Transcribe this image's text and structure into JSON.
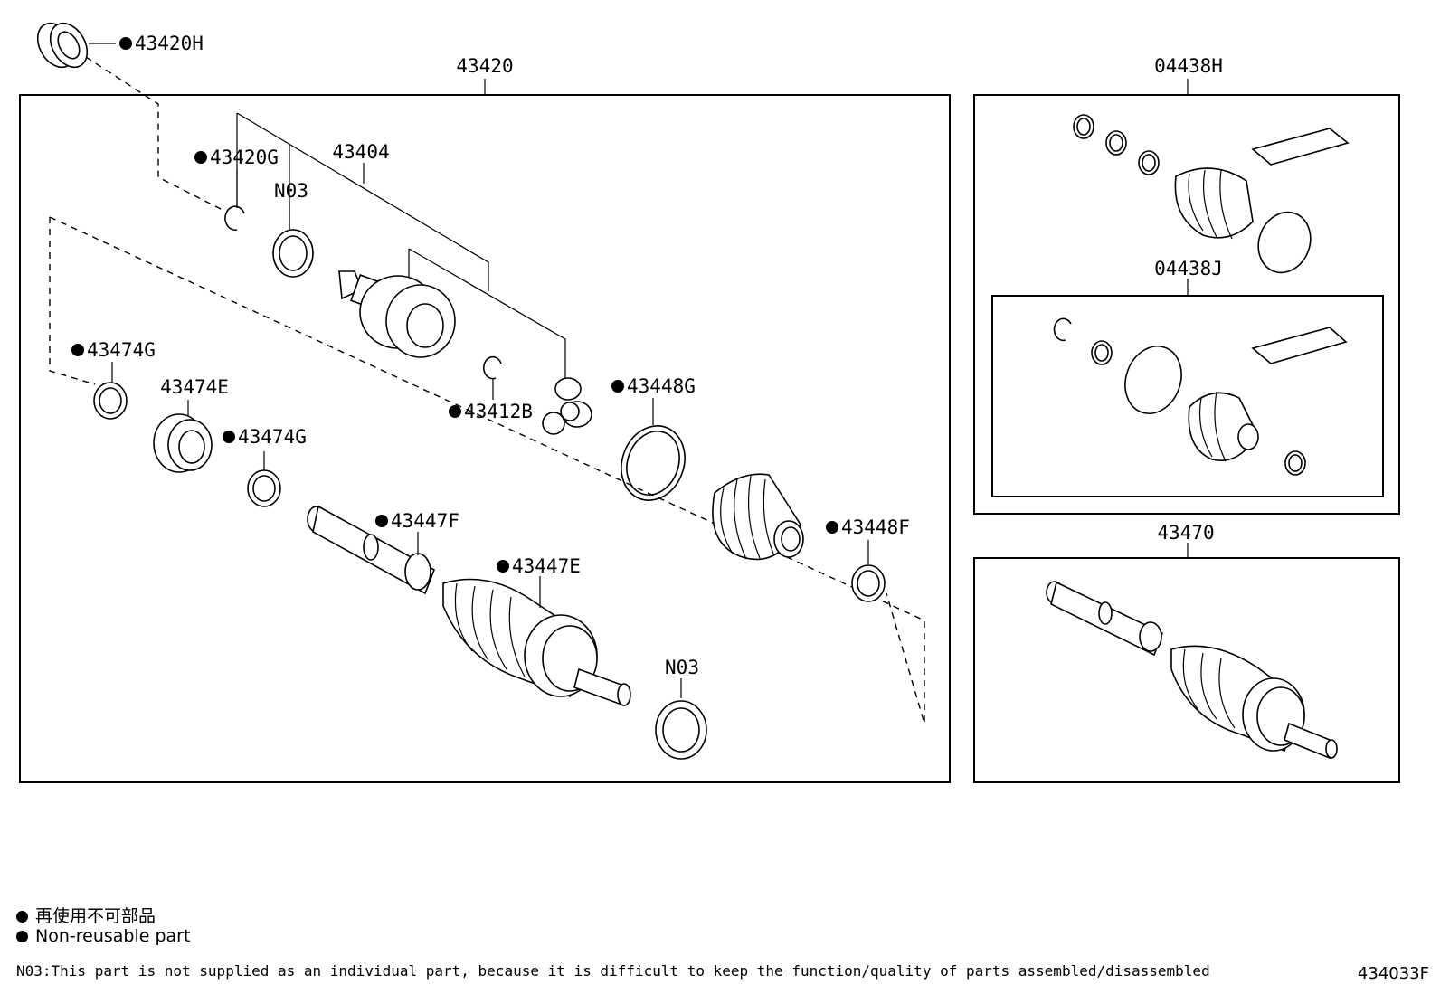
{
  "labels": {
    "p43420H": "43420H",
    "p43420": "43420",
    "p43420G": "43420G",
    "p43404": "43404",
    "pN03a": "N03",
    "p43474G_a": "43474G",
    "p43474E": "43474E",
    "p43474G_b": "43474G",
    "p43412B": "43412B",
    "p43448G": "43448G",
    "p43447F": "43447F",
    "p43447E": "43447E",
    "p43448F": "43448F",
    "pN03b": "N03",
    "p04438H": "04438H",
    "p04438J": "04438J",
    "p43470": "43470"
  },
  "legend": {
    "jp": "再使用不可部品",
    "en": "Non-reusable part",
    "note": "N03:This part is not supplied as an individual part, because it is difficult to keep the function/quality of parts assembled/disassembled",
    "diagram_code": "434033F"
  }
}
